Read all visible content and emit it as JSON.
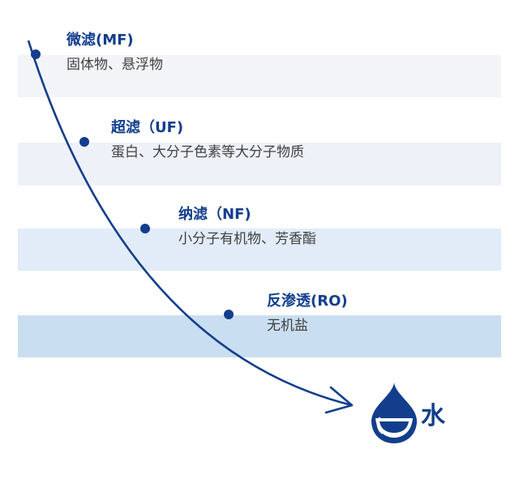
{
  "stages": [
    {
      "title": "微滤(MF)",
      "description": "固体物、悬浮物"
    },
    {
      "title": "超滤（UF)",
      "description": "蛋白、大分子色素等大分子物质"
    },
    {
      "title": "纳滤（NF)",
      "description": "小分子有机物、芳香酯"
    },
    {
      "title": "反渗透(RO)",
      "description": "无机盐"
    }
  ],
  "result": {
    "label": "水",
    "icon": "water-drop-icon"
  },
  "colors": {
    "accent": "#123e8c",
    "band_1": "#f3f4f7",
    "band_2": "#eef1f7",
    "band_3": "#e2ecf8",
    "band_4": "#c9def0",
    "text": "#404040"
  }
}
